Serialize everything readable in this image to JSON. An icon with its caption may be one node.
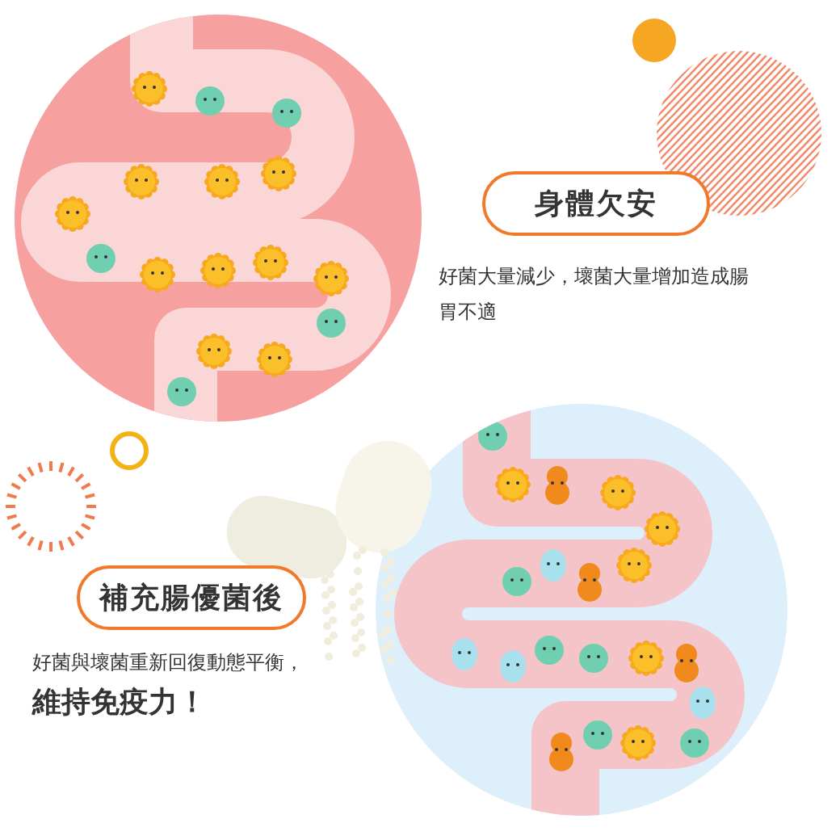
{
  "diagram": {
    "nodes": [
      {
        "text": [
          "身體欠安"
        ]
      },
      {
        "text": [
          "補充腸優菌後"
        ]
      }
    ],
    "labels": [
      "好菌大量減少，壞菌大量增加造成腸胃不適",
      "好菌與壞菌重新回復動態平衡，",
      "維持免疫力！"
    ]
  }
}
